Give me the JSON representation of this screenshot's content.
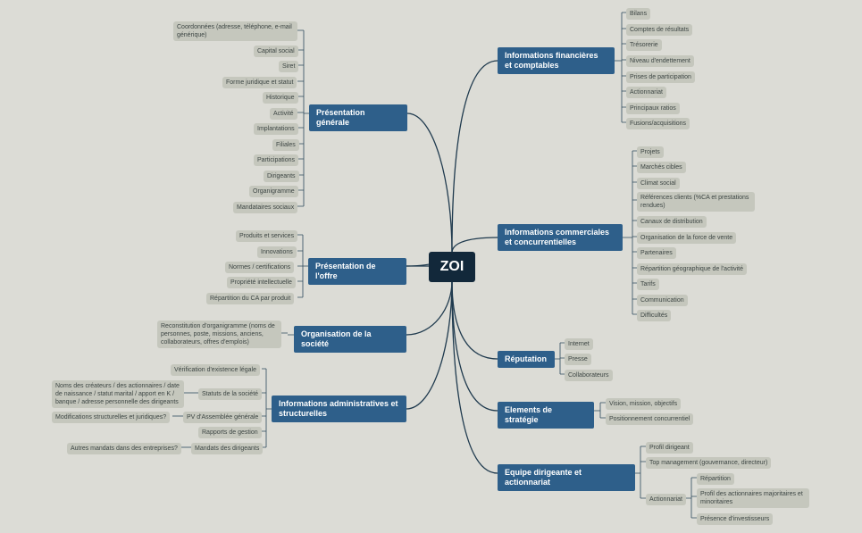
{
  "center": "ZOI",
  "branches": {
    "fin": {
      "label": "Informations financières et comptables",
      "items": [
        "Bilans",
        "Comptes de résultats",
        "Trésorerie",
        "Niveau d'endettement",
        "Prises de participation",
        "Actionnariat",
        "Principaux ratios",
        "Fusions/acquisitions"
      ]
    },
    "com": {
      "label": "Informations commerciales et concurrentielles",
      "items": [
        "Projets",
        "Marchés cibles",
        "Climat social",
        "Références clients (%CA et prestations rendues)",
        "Canaux de distribution",
        "Organisation de la force de vente",
        "Partenaires",
        "Répartition géographique de l'activité",
        "Tarifs",
        "Communication",
        "Difficultés"
      ]
    },
    "rep": {
      "label": "Réputation",
      "items": [
        "Internet",
        "Presse",
        "Collaborateurs"
      ]
    },
    "strat": {
      "label": "Elements de stratégie",
      "items": [
        "Vision, mission, objectifs",
        "Positionnement concurrentiel"
      ]
    },
    "equipe": {
      "label": "Equipe dirigeante et actionnariat",
      "items": [
        "Profil dirigeant",
        "Top management (gouvernance, directeur)",
        "Actionnariat"
      ],
      "sub": [
        "Répartition",
        "Profil des actionnaires majoritaires et minoritaires",
        "Présence d'investisseurs"
      ]
    },
    "pres": {
      "label": "Présentation générale",
      "items": [
        "Coordonnées (adresse, téléphone, e-mail générique)",
        "Capital social",
        "Siret",
        "Forme juridique et statut",
        "Historique",
        "Activité",
        "Implantations",
        "Filiales",
        "Participations",
        "Dirigeants",
        "Organigramme",
        "Mandataires sociaux"
      ]
    },
    "offre": {
      "label": "Présentation de l'offre",
      "items": [
        "Produits et services",
        "Innovations",
        "Normes / certifications",
        "Propriété intellectuelle",
        "Répartition du CA par produit"
      ]
    },
    "org": {
      "label": "Organisation de la société",
      "items": [
        "Reconstitution d'organigramme (noms de personnes, poste, missions, anciens, collaborateurs, offres d'emplois)"
      ]
    },
    "admin": {
      "label": "Informations administratives et structurelles",
      "items": [
        "Vérification d'existence légale",
        "Statuts de la société",
        "PV d'Assemblée générale",
        "Rapports de gestion",
        "Mandats des dirigeants"
      ],
      "sub": [
        "Noms des créateurs / des actionnaires / date de naissance / statut marital / apport en K / banque / adresse personnelle des dirigeants",
        "Modifications structurelles et juridiques?",
        "Autres mandats dans des entreprises?"
      ]
    }
  },
  "colors": {
    "background": "#dcdcd6",
    "branch": "#2e5f8a",
    "center": "#12283a",
    "leaf": "#c5c7bd",
    "line": "#1f3a4e"
  }
}
